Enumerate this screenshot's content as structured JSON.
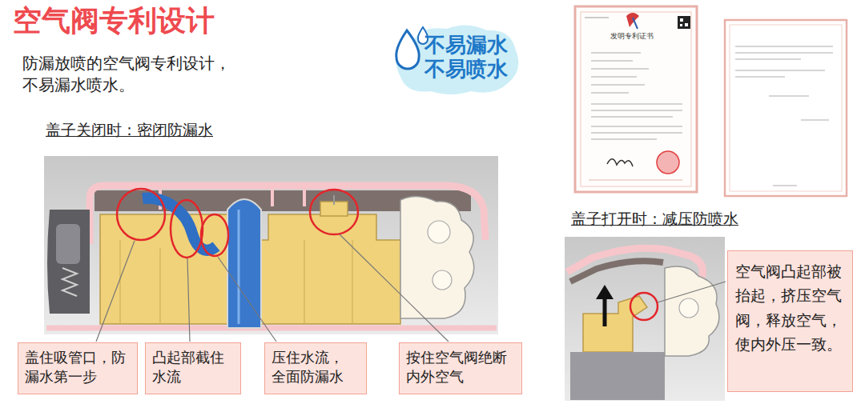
{
  "diagram": {
    "title": "空气阀专利设计",
    "nodes": [
      {
        "text": [
          "不易漏水 不易喷水"
        ]
      },
      {
        "text": [
          "盖住吸管口，防 漏水第一步"
        ]
      },
      {
        "text": [
          "凸起部截住 水流"
        ]
      },
      {
        "text": [
          "压住水流， 全面防漏水"
        ]
      },
      {
        "text": [
          "按住空气阀绝断 内外空气"
        ]
      },
      {
        "text": [
          "空气阀凸起部被 抬起，挤压空气 阀，释放空气， 使内外压一致。"
        ]
      }
    ],
    "labels": [
      "防漏放喷的空气阀专利设计， 不易漏水喷水。",
      "盖子关闭时：密闭防漏水",
      "发明专利证书",
      "盖子打开时：减压防喷水"
    ]
  }
}
